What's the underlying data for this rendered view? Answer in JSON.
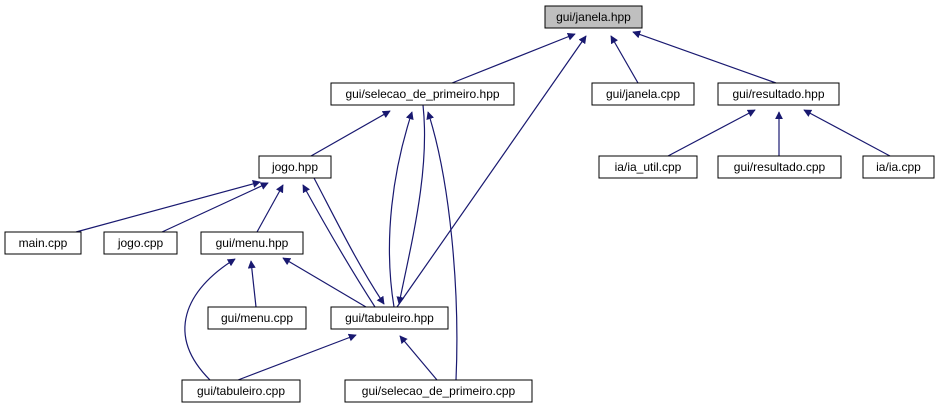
{
  "colors": {
    "edge": "#191970",
    "node_fill": "#ffffff",
    "root_fill": "#bfbfbf",
    "border": "#000000"
  },
  "nodes": {
    "janela_hpp": "gui/janela.hpp",
    "selecao_hpp": "gui/selecao_de_primeiro.hpp",
    "janela_cpp": "gui/janela.cpp",
    "resultado_hpp": "gui/resultado.hpp",
    "jogo_hpp": "jogo.hpp",
    "ia_util_cpp": "ia/ia_util.cpp",
    "resultado_cpp": "gui/resultado.cpp",
    "ia_cpp": "ia/ia.cpp",
    "main_cpp": "main.cpp",
    "jogo_cpp": "jogo.cpp",
    "menu_hpp": "gui/menu.hpp",
    "menu_cpp": "gui/menu.cpp",
    "tabuleiro_hpp": "gui/tabuleiro.hpp",
    "tabuleiro_cpp": "gui/tabuleiro.cpp",
    "selecao_cpp": "gui/selecao_de_primeiro.cpp"
  },
  "root": "janela_hpp",
  "edges": [
    [
      "selecao_hpp",
      "janela_hpp"
    ],
    [
      "tabuleiro_hpp",
      "janela_hpp"
    ],
    [
      "janela_cpp",
      "janela_hpp"
    ],
    [
      "resultado_hpp",
      "janela_hpp"
    ],
    [
      "jogo_hpp",
      "selecao_hpp"
    ],
    [
      "tabuleiro_hpp",
      "selecao_hpp"
    ],
    [
      "selecao_hpp",
      "tabuleiro_hpp"
    ],
    [
      "selecao_cpp",
      "selecao_hpp"
    ],
    [
      "ia_util_cpp",
      "resultado_hpp"
    ],
    [
      "resultado_cpp",
      "resultado_hpp"
    ],
    [
      "ia_cpp",
      "resultado_hpp"
    ],
    [
      "main_cpp",
      "jogo_hpp"
    ],
    [
      "jogo_cpp",
      "jogo_hpp"
    ],
    [
      "menu_hpp",
      "jogo_hpp"
    ],
    [
      "tabuleiro_hpp",
      "jogo_hpp"
    ],
    [
      "jogo_hpp",
      "tabuleiro_hpp"
    ],
    [
      "menu_cpp",
      "menu_hpp"
    ],
    [
      "tabuleiro_hpp",
      "menu_hpp"
    ],
    [
      "tabuleiro_cpp",
      "menu_hpp"
    ],
    [
      "tabuleiro_cpp",
      "tabuleiro_hpp"
    ],
    [
      "selecao_cpp",
      "tabuleiro_hpp"
    ]
  ]
}
